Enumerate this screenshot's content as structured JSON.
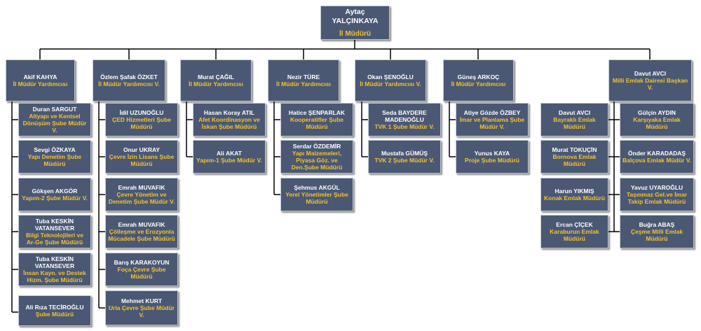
{
  "top": {
    "name": "Aytaç YALÇINKAYA",
    "title": "İl Müdürü"
  },
  "columns": [
    {
      "head": {
        "name": "Akif KAHYA",
        "title": "İl Müdür Yardımcısı"
      },
      "items": [
        {
          "name": "Duran SARGUT",
          "title": "Altyapı ve Kentsel Dönüşüm Şube Müdür V."
        },
        {
          "name": "Sevgi ÖZKAYA",
          "title": "Yapı Denetim Şube Müdürü"
        },
        {
          "name": "Gökşen AKGÖR",
          "title": "Yapım-2 Şube Müdür V."
        },
        {
          "name": "Tuba KESKİN VATANSEVER",
          "title": "Bilgi Teknolojileri ve Ar-Ge Şube Müdürü"
        },
        {
          "name": "Tuba KESKİN VATANSEVER",
          "title": "İnsan Kayn. ve Destek Hizm. Şube Müdürü"
        },
        {
          "name": "Ali Rıza TECİROĞLU",
          "title": "Şube Müdürü"
        }
      ]
    },
    {
      "head": {
        "name": "Özlem Şafak ÖZKET",
        "title": "İl Müdür Yardımcısı V."
      },
      "items": [
        {
          "name": "İdil UZUNOĞLU",
          "title": "ÇED Hizmetleri Şube Müdürü"
        },
        {
          "name": "Onur UKRAY",
          "title": "Çevre İzin Lisans Şube Müdürü"
        },
        {
          "name": "Emrah MUVAFIK",
          "title": "Çevre Yönetim ve Denetim Şube Müdür V."
        },
        {
          "name": "Emrah MUVAFIK",
          "title": "Çölleşme ve Erozyonla Mücadele Şube Müdürü"
        },
        {
          "name": "Barış KARAKOYUN",
          "title": "Foça Çevre Şube Müdürü"
        },
        {
          "name": "Mehmet KURT",
          "title": "Urla Çevre Şube Müdür V."
        }
      ]
    },
    {
      "head": {
        "name": "Murat ÇAĞIL",
        "title": "İl Müdür Yardımcısı"
      },
      "items": [
        {
          "name": "Hasan Koray ATIL",
          "title": "Afet Koordinasyon ve İskan Şube Müdürü"
        },
        {
          "name": "Ali AKAT",
          "title": "Yapım-1 Şube Müdür V."
        }
      ]
    },
    {
      "head": {
        "name": "Nezir TÜRE",
        "title": "İl Müdür Yardımcısı"
      },
      "items": [
        {
          "name": "Hatice ŞENPARLAK",
          "title": "Kooperatifler Şube Müdürü"
        },
        {
          "name": "Serdar ÖZDEMİR",
          "title": "Yapı Malzemeleri, Piyasa Göz. ve Den.Şube Müdürü"
        },
        {
          "name": "Şehmus AKGÜL",
          "title": "Yerel Yönetimler Şube Müdürü"
        }
      ]
    },
    {
      "head": {
        "name": "Okan ŞENOĞLU",
        "title": "İl Müdür Yardımcısı V."
      },
      "items": [
        {
          "name": "Seda BAYDERE MADENOĞLU",
          "title": "TVK 1 Şube Müdür V."
        },
        {
          "name": "Mustafa GÜMÜŞ",
          "title": "TVK 2 Şube Müdür V."
        }
      ]
    },
    {
      "head": {
        "name": "Güneş ARKOÇ",
        "title": "İl Müdür Yardımcısı"
      },
      "items": [
        {
          "name": "Atiye Gözde ÖZBEY",
          "title": "İmar ve Planlama Şube Müdür V."
        },
        {
          "name": "Yunus KAYA",
          "title": "Proje Şube Müdürü"
        }
      ]
    },
    {
      "head": {
        "name": "Davut AVCI",
        "title": "Milli Emlak Dairesi Başkan V."
      },
      "left_items": [
        {
          "name": "Davut AVCI",
          "title": "Bayraklı Emlak Müdürü"
        },
        {
          "name": "Murat TOKUÇİN",
          "title": "Bornova Emlak Müdürü"
        },
        {
          "name": "Harun YIKMIŞ",
          "title": "Konak Emlak Müdürü"
        },
        {
          "name": "Ercan ÇİÇEK",
          "title": "Karaburun Emlak Müdürü"
        }
      ],
      "right_items": [
        {
          "name": "Gülçin AYDIN",
          "title": "Karşıyaka Emlak Müdürü"
        },
        {
          "name": "Önder KARADADAŞ",
          "title": "Balçova Emlak Müdür V."
        },
        {
          "name": "Yavuz UYAROĞLU",
          "title": "Taşınmaz Gel.ve İmar Takip Emlak Müdürü"
        },
        {
          "name": "Buğra ABAŞ",
          "title": "Çeşme Milli Emlak Müdürü"
        }
      ]
    }
  ]
}
